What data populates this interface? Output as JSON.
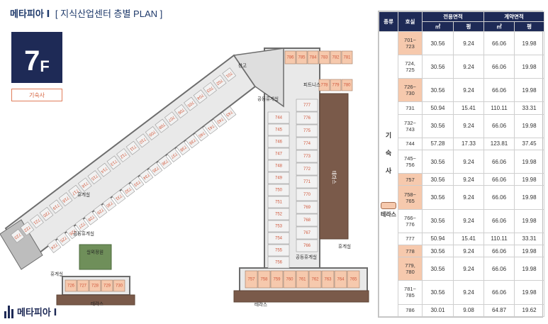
{
  "header": {
    "brand": "메타피아 Ⅰ",
    "subtitle": "[ 지식산업센터 층별 PLAN ]"
  },
  "floor": {
    "number": "7",
    "unit": "F"
  },
  "dorm_tag": "기숙사",
  "footer_logo": "메타피아 Ⅰ",
  "plan": {
    "labels": {
      "storage": "창고",
      "fitness": "피트니스",
      "lounge_a": "공동휴게실",
      "lounge_b": "공동휴게실",
      "lounge_c": "공동휴게실",
      "rest_a": "휴게실",
      "rest_b": "휴게실",
      "rest_c": "휴게실",
      "garden": "실외정원",
      "terrace_side": "테라스",
      "terrace_bottom_left": "테라스",
      "terrace_bottom_right": "테라스"
    },
    "diag_upper": [
      "701",
      "702",
      "703",
      "704",
      "705",
      "706",
      "707",
      "708",
      "709",
      "710",
      "711",
      "712",
      "713",
      "714",
      "715",
      "716",
      "717",
      "718",
      "719",
      "720",
      "721",
      "722",
      "723"
    ],
    "diag_lower": [
      "743",
      "742",
      "741",
      "740",
      "739",
      "738",
      "737",
      "736",
      "735",
      "734",
      "733",
      "732",
      "731",
      "730",
      "729",
      "728",
      "727",
      "726",
      "725",
      "724"
    ],
    "top_row": [
      "786",
      "785",
      "784",
      "783",
      "782",
      "781"
    ],
    "top_row2": [
      "778",
      "779",
      "780"
    ],
    "col_left": [
      "744",
      "745",
      "746",
      "747",
      "748",
      "749",
      "750",
      "751",
      "752",
      "753",
      "754",
      "755",
      "756"
    ],
    "col_right": [
      "777",
      "776",
      "775",
      "774",
      "773",
      "772",
      "771",
      "770",
      "769",
      "768",
      "767",
      "766"
    ],
    "bottom_left": [
      "726",
      "727",
      "728",
      "729",
      "730"
    ],
    "bottom_right": [
      "757",
      "758",
      "759",
      "760",
      "761",
      "762",
      "763",
      "764",
      "765"
    ]
  },
  "table": {
    "headers": {
      "type": "종류",
      "room": "호실",
      "exclusive": "전용면적",
      "contract": "계약면적",
      "sqm": "㎡",
      "pyeong": "평"
    },
    "type_label_chars": [
      "기",
      "숙",
      "사"
    ],
    "terrace_label": "테라스",
    "rows": [
      {
        "room": "701~\n723",
        "ex_m2": "30.56",
        "ex_py": "9.24",
        "ct_m2": "66.06",
        "ct_py": "19.98",
        "terrace": true
      },
      {
        "room": "724,\n725",
        "ex_m2": "30.56",
        "ex_py": "9.24",
        "ct_m2": "66.06",
        "ct_py": "19.98",
        "terrace": false
      },
      {
        "room": "726~\n730",
        "ex_m2": "30.56",
        "ex_py": "9.24",
        "ct_m2": "66.06",
        "ct_py": "19.98",
        "terrace": true
      },
      {
        "room": "731",
        "ex_m2": "50.94",
        "ex_py": "15.41",
        "ct_m2": "110.11",
        "ct_py": "33.31",
        "terrace": false
      },
      {
        "room": "732~\n743",
        "ex_m2": "30.56",
        "ex_py": "9.24",
        "ct_m2": "66.06",
        "ct_py": "19.98",
        "terrace": false
      },
      {
        "room": "744",
        "ex_m2": "57.28",
        "ex_py": "17.33",
        "ct_m2": "123.81",
        "ct_py": "37.45",
        "terrace": false
      },
      {
        "room": "745~\n756",
        "ex_m2": "30.56",
        "ex_py": "9.24",
        "ct_m2": "66.06",
        "ct_py": "19.98",
        "terrace": false
      },
      {
        "room": "757",
        "ex_m2": "30.56",
        "ex_py": "9.24",
        "ct_m2": "66.06",
        "ct_py": "19.98",
        "terrace": true
      },
      {
        "room": "758~\n765",
        "ex_m2": "30.56",
        "ex_py": "9.24",
        "ct_m2": "66.06",
        "ct_py": "19.98",
        "terrace": true
      },
      {
        "room": "766~\n776",
        "ex_m2": "30.56",
        "ex_py": "9.24",
        "ct_m2": "66.06",
        "ct_py": "19.98",
        "terrace": false
      },
      {
        "room": "777",
        "ex_m2": "50.94",
        "ex_py": "15.41",
        "ct_m2": "110.11",
        "ct_py": "33.31",
        "terrace": false
      },
      {
        "room": "778",
        "ex_m2": "30.56",
        "ex_py": "9.24",
        "ct_m2": "66.06",
        "ct_py": "19.98",
        "terrace": true
      },
      {
        "room": "779,\n780",
        "ex_m2": "30.56",
        "ex_py": "9.24",
        "ct_m2": "66.06",
        "ct_py": "19.98",
        "terrace": true
      },
      {
        "room": "781~\n785",
        "ex_m2": "30.56",
        "ex_py": "9.24",
        "ct_m2": "66.06",
        "ct_py": "19.98",
        "terrace": false
      },
      {
        "room": "786",
        "ex_m2": "30.01",
        "ex_py": "9.08",
        "ct_m2": "64.87",
        "ct_py": "19.62",
        "terrace": false
      }
    ]
  },
  "colors": {
    "navy": "#1e2a56",
    "terrace_fill": "#f6c9ad",
    "room_fill": "#f2f2f2",
    "wall": "#6d6d6d",
    "deck": "#7a5a4a",
    "room_text": "#d0583c"
  }
}
